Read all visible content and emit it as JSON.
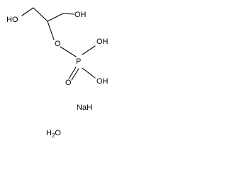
{
  "molecule": {
    "labels": {
      "ho_left": "HO",
      "oh_right": "OH",
      "o_bridge": "O",
      "p": "P",
      "oh_p_top": "OH",
      "o_double": "O",
      "oh_p_bottom": "OH"
    },
    "counterions": {
      "sodium": "NaH",
      "water_h": "H",
      "water_sub": "2",
      "water_o": "O"
    }
  }
}
